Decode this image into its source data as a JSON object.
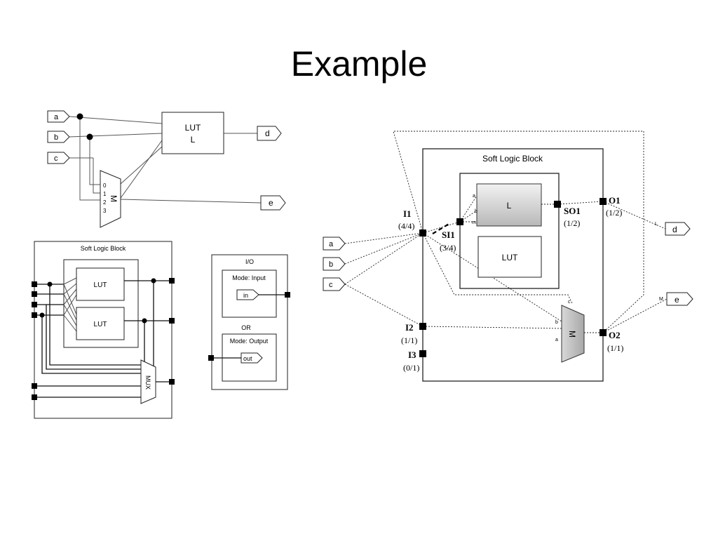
{
  "title": "Example",
  "netlist": {
    "inputs": [
      "a",
      "b",
      "c"
    ],
    "outputs": [
      "d",
      "e"
    ],
    "lut_label": "LUT",
    "lut_name": "L",
    "mux_name": "M",
    "mux_pins": [
      "0",
      "1",
      "2",
      "3"
    ]
  },
  "soft_block": {
    "title": "Soft Logic Block",
    "lut_labels": [
      "LUT",
      "LUT"
    ],
    "mux_label": "MUX"
  },
  "io_block": {
    "title": "I/O",
    "input_mode": "Mode: Input",
    "input_pin": "in",
    "or_label": "OR",
    "output_mode": "Mode: Output",
    "output_pin": "out"
  },
  "mapping": {
    "inputs": [
      "a",
      "b",
      "c"
    ],
    "outputs": [
      "d",
      "e"
    ],
    "block_title": "Soft Logic Block",
    "lut_name": "L",
    "lut_label": "LUT",
    "mux_name": "M",
    "lut_pins": [
      "a",
      "b",
      "m"
    ],
    "mux_pins": [
      "c",
      "b",
      "a"
    ],
    "wire_labels": [
      "L",
      "M"
    ],
    "ports": {
      "i1": "I1",
      "i1_usage": "(4/4)",
      "si1": "SI1",
      "si1_usage": "(3/4)",
      "i2": "I2",
      "i2_usage": "(1/1)",
      "i3": "I3",
      "i3_usage": "(0/1)",
      "so1": "SO1",
      "so1_usage": "(1/2)",
      "o1": "O1",
      "o1_usage": "(1/2)",
      "o2": "O2",
      "o2_usage": "(1/1)"
    }
  }
}
